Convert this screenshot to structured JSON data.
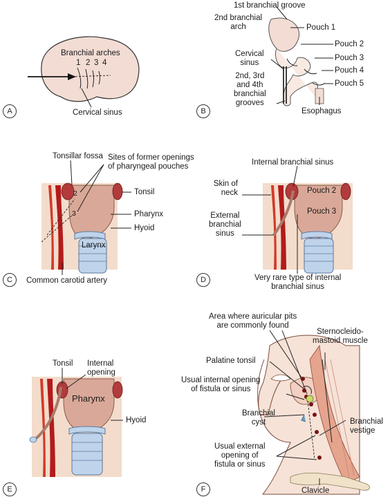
{
  "panels": [
    "A",
    "B",
    "C",
    "D",
    "E",
    "F"
  ],
  "panel_a": {
    "arches_label": "Branchial arches",
    "numbers": [
      "1",
      "2",
      "3",
      "4"
    ],
    "sinus_label": "Cervical sinus"
  },
  "panel_b": {
    "groove1": "1st branchial groove",
    "arch2": "2nd branchial\narch",
    "pouch1": "Pouch 1",
    "pouch2": "Pouch 2",
    "pouch3": "Pouch 3",
    "pouch4": "Pouch 4",
    "pouch5": "Pouch 5",
    "cervical_sinus": "Cervical\nsinus",
    "grooves": "2nd, 3rd\nand 4th\nbranchial\ngrooves",
    "esophagus": "Esophagus"
  },
  "panel_c": {
    "tonsillar_fossa": "Tonsillar fossa",
    "sites": "Sites of former openings\nof pharyngeal pouches",
    "tonsil": "Tonsil",
    "pharynx": "Pharynx",
    "hyoid": "Hyoid",
    "larynx": "Larynx",
    "num2": "2",
    "num3": "3",
    "carotid": "Common carotid artery"
  },
  "panel_d": {
    "internal_sinus": "Internal branchial sinus",
    "skin": "Skin of\nneck",
    "pouch2": "Pouch 2",
    "pouch3": "Pouch 3",
    "external_sinus": "External\nbranchial\nsinus",
    "rare": "Very rare type of internal\nbranchial sinus"
  },
  "panel_e": {
    "tonsil": "Tonsil",
    "internal_opening": "Internal\nopening",
    "pharynx": "Pharynx",
    "hyoid": "Hyoid"
  },
  "panel_f": {
    "auricular": "Area where auricular pits\nare commonly found",
    "scm": "Sternocleido-\nmastoid muscle",
    "palatine": "Palatine tonsil",
    "usual_internal": "Usual internal opening\nof fistula or sinus",
    "cyst": "Branchial\ncyst",
    "vestige": "Branchial\nvestige",
    "usual_external": "Usual external\nopening of\nfistula or sinus",
    "clavicle": "Clavicle"
  }
}
